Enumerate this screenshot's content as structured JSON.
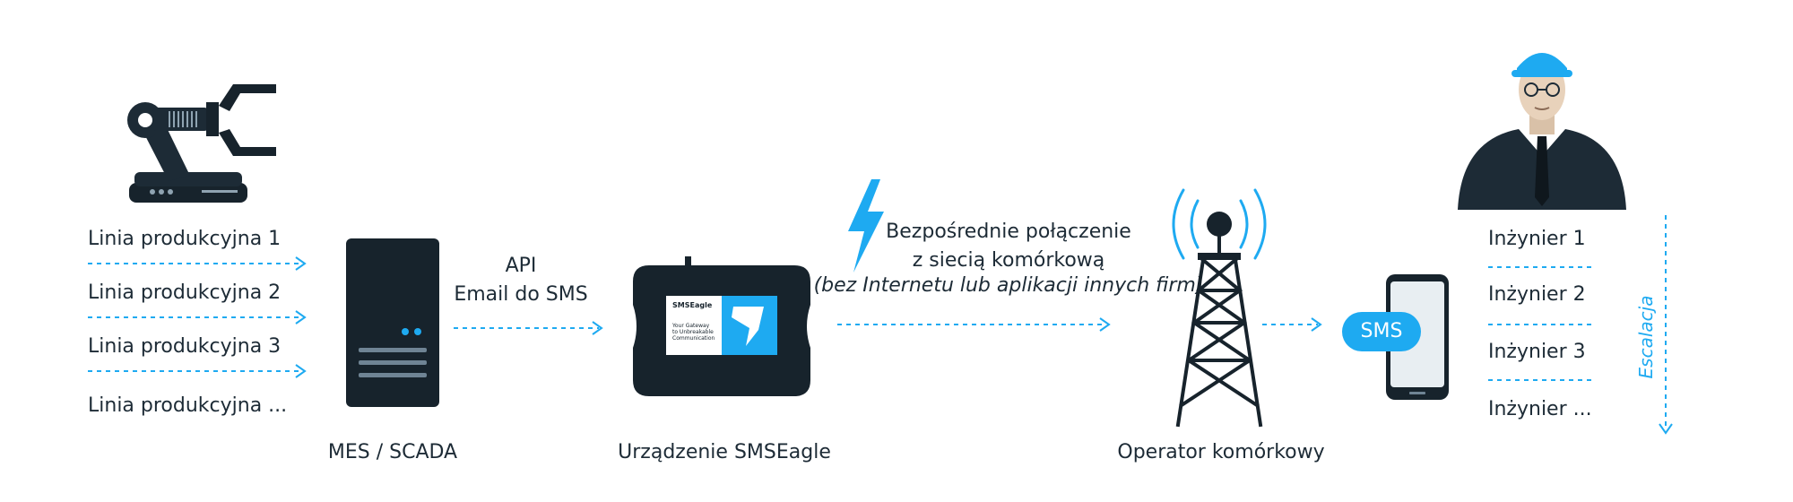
{
  "production_lines": [
    "Linia produkcyjna 1",
    "Linia produkcyjna 2",
    "Linia produkcyjna 3",
    "Linia produkcyjna ..."
  ],
  "mes_label": "MES / SCADA",
  "api_lines": [
    "API",
    "Email do SMS"
  ],
  "device_label": "Urządzenie SMSEagle",
  "device_screen": {
    "brand": "SMSEagle",
    "tagline_lines": [
      "Your Gateway",
      "to Unbreakable",
      "Communication"
    ]
  },
  "connection_lines": [
    "Bezpośrednie połączenie",
    "z siecią komórkową"
  ],
  "connection_note": "(bez Internetu lub aplikacji innych firm)",
  "operator_label": "Operator komórkowy",
  "sms_label": "SMS",
  "engineers": [
    "Inżynier 1",
    "Inżynier 2",
    "Inżynier 3",
    "Inżynier ..."
  ],
  "escalation_label": "Escalacja",
  "colors": {
    "accent": "#1eaaf1",
    "dark": "#1d2b36",
    "device": "#17232c"
  }
}
